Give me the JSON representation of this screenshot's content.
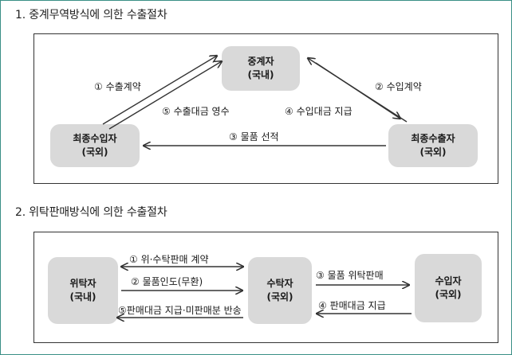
{
  "section1": {
    "title": "1. 중계무역방식에 의한 수출절차",
    "nodes": {
      "intermediary": {
        "name": "중계자",
        "region": "(국내)"
      },
      "final_importer": {
        "name": "최종수입자",
        "region": "(국외)"
      },
      "final_exporter": {
        "name": "최종수출자",
        "region": "(국외)"
      }
    },
    "labels": {
      "step1": "① 수출계약",
      "step2": "② 수입계약",
      "step3": "③ 물품 선적",
      "step4": "④ 수입대금 지급",
      "step5": "⑤ 수출대금 영수"
    }
  },
  "section2": {
    "title": "2. 위탁판매방식에 의한 수출절차",
    "nodes": {
      "consignor": {
        "name": "위탁자",
        "region": "(국내)"
      },
      "consignee": {
        "name": "수탁자",
        "region": "(국외)"
      },
      "importer": {
        "name": "수입자",
        "region": "(국외)"
      }
    },
    "labels": {
      "step1": "① 위·수탁판매 계약",
      "step2": "② 물품인도(무환)",
      "step3": "③ 물품 위탁판매",
      "step4": "④ 판매대금 지급",
      "step5": "⑤판매대금 지급·미판매분 반송"
    }
  },
  "colors": {
    "frame": "#3a8f86",
    "node_fill": "#d9d9d9",
    "line": "#333333"
  }
}
